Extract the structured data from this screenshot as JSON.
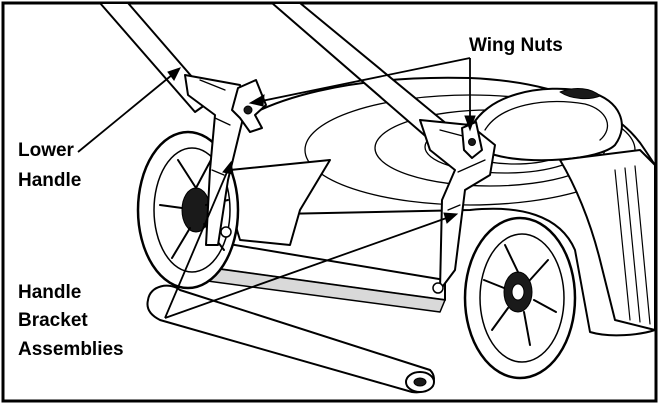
{
  "labels": {
    "wing_nuts": "Wing Nuts",
    "lower_handle_line1": "Lower",
    "lower_handle_line2": "Handle",
    "bracket_line1": "Handle",
    "bracket_line2": "Bracket",
    "bracket_line3": "Assemblies"
  },
  "colors": {
    "line": "#000000",
    "background": "#ffffff",
    "shade": "#d9d9d9"
  }
}
